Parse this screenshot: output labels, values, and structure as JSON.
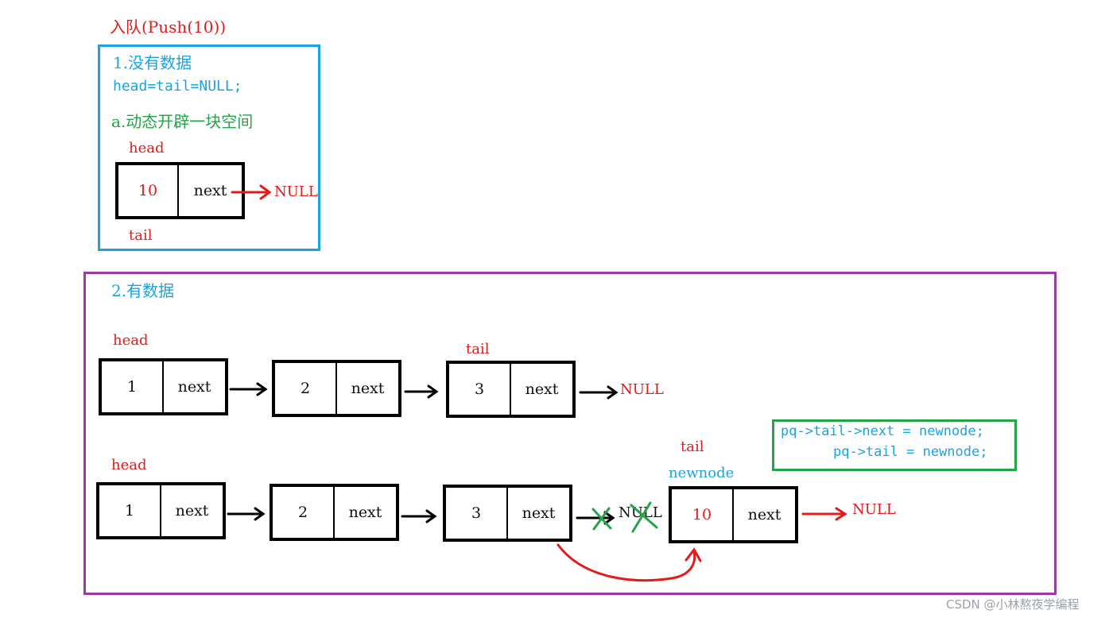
{
  "title": "入队(Push(10))",
  "case1": {
    "heading": "1.没有数据",
    "code": "head=tail=NULL;",
    "step": "a.动态开辟一块空间",
    "head_label": "head",
    "tail_label": "tail",
    "node": {
      "value": "10",
      "next": "next"
    },
    "null_label": "NULL"
  },
  "case2": {
    "heading": "2.有数据",
    "row1": {
      "head_label": "head",
      "tail_label": "tail",
      "nodes": [
        {
          "value": "1",
          "next": "next"
        },
        {
          "value": "2",
          "next": "next"
        },
        {
          "value": "3",
          "next": "next"
        }
      ],
      "null_label": "NULL"
    },
    "row2": {
      "head_label": "head",
      "tail_label": "tail",
      "newnode_label": "newnode",
      "nodes": [
        {
          "value": "1",
          "next": "next"
        },
        {
          "value": "2",
          "next": "next"
        },
        {
          "value": "3",
          "next": "next"
        },
        {
          "value": "10",
          "next": "next"
        }
      ],
      "crossed_null": "NULL",
      "null_label": "NULL"
    },
    "code_box": {
      "line1": "pq->tail->next = newnode;",
      "line2": "pq->tail = newnode;"
    }
  },
  "watermark": "CSDN @小林熬夜学编程",
  "colors": {
    "red": "#e31b1b",
    "blue": "#1ba3e0",
    "green": "#22a447",
    "purple": "#9c3aa6"
  }
}
